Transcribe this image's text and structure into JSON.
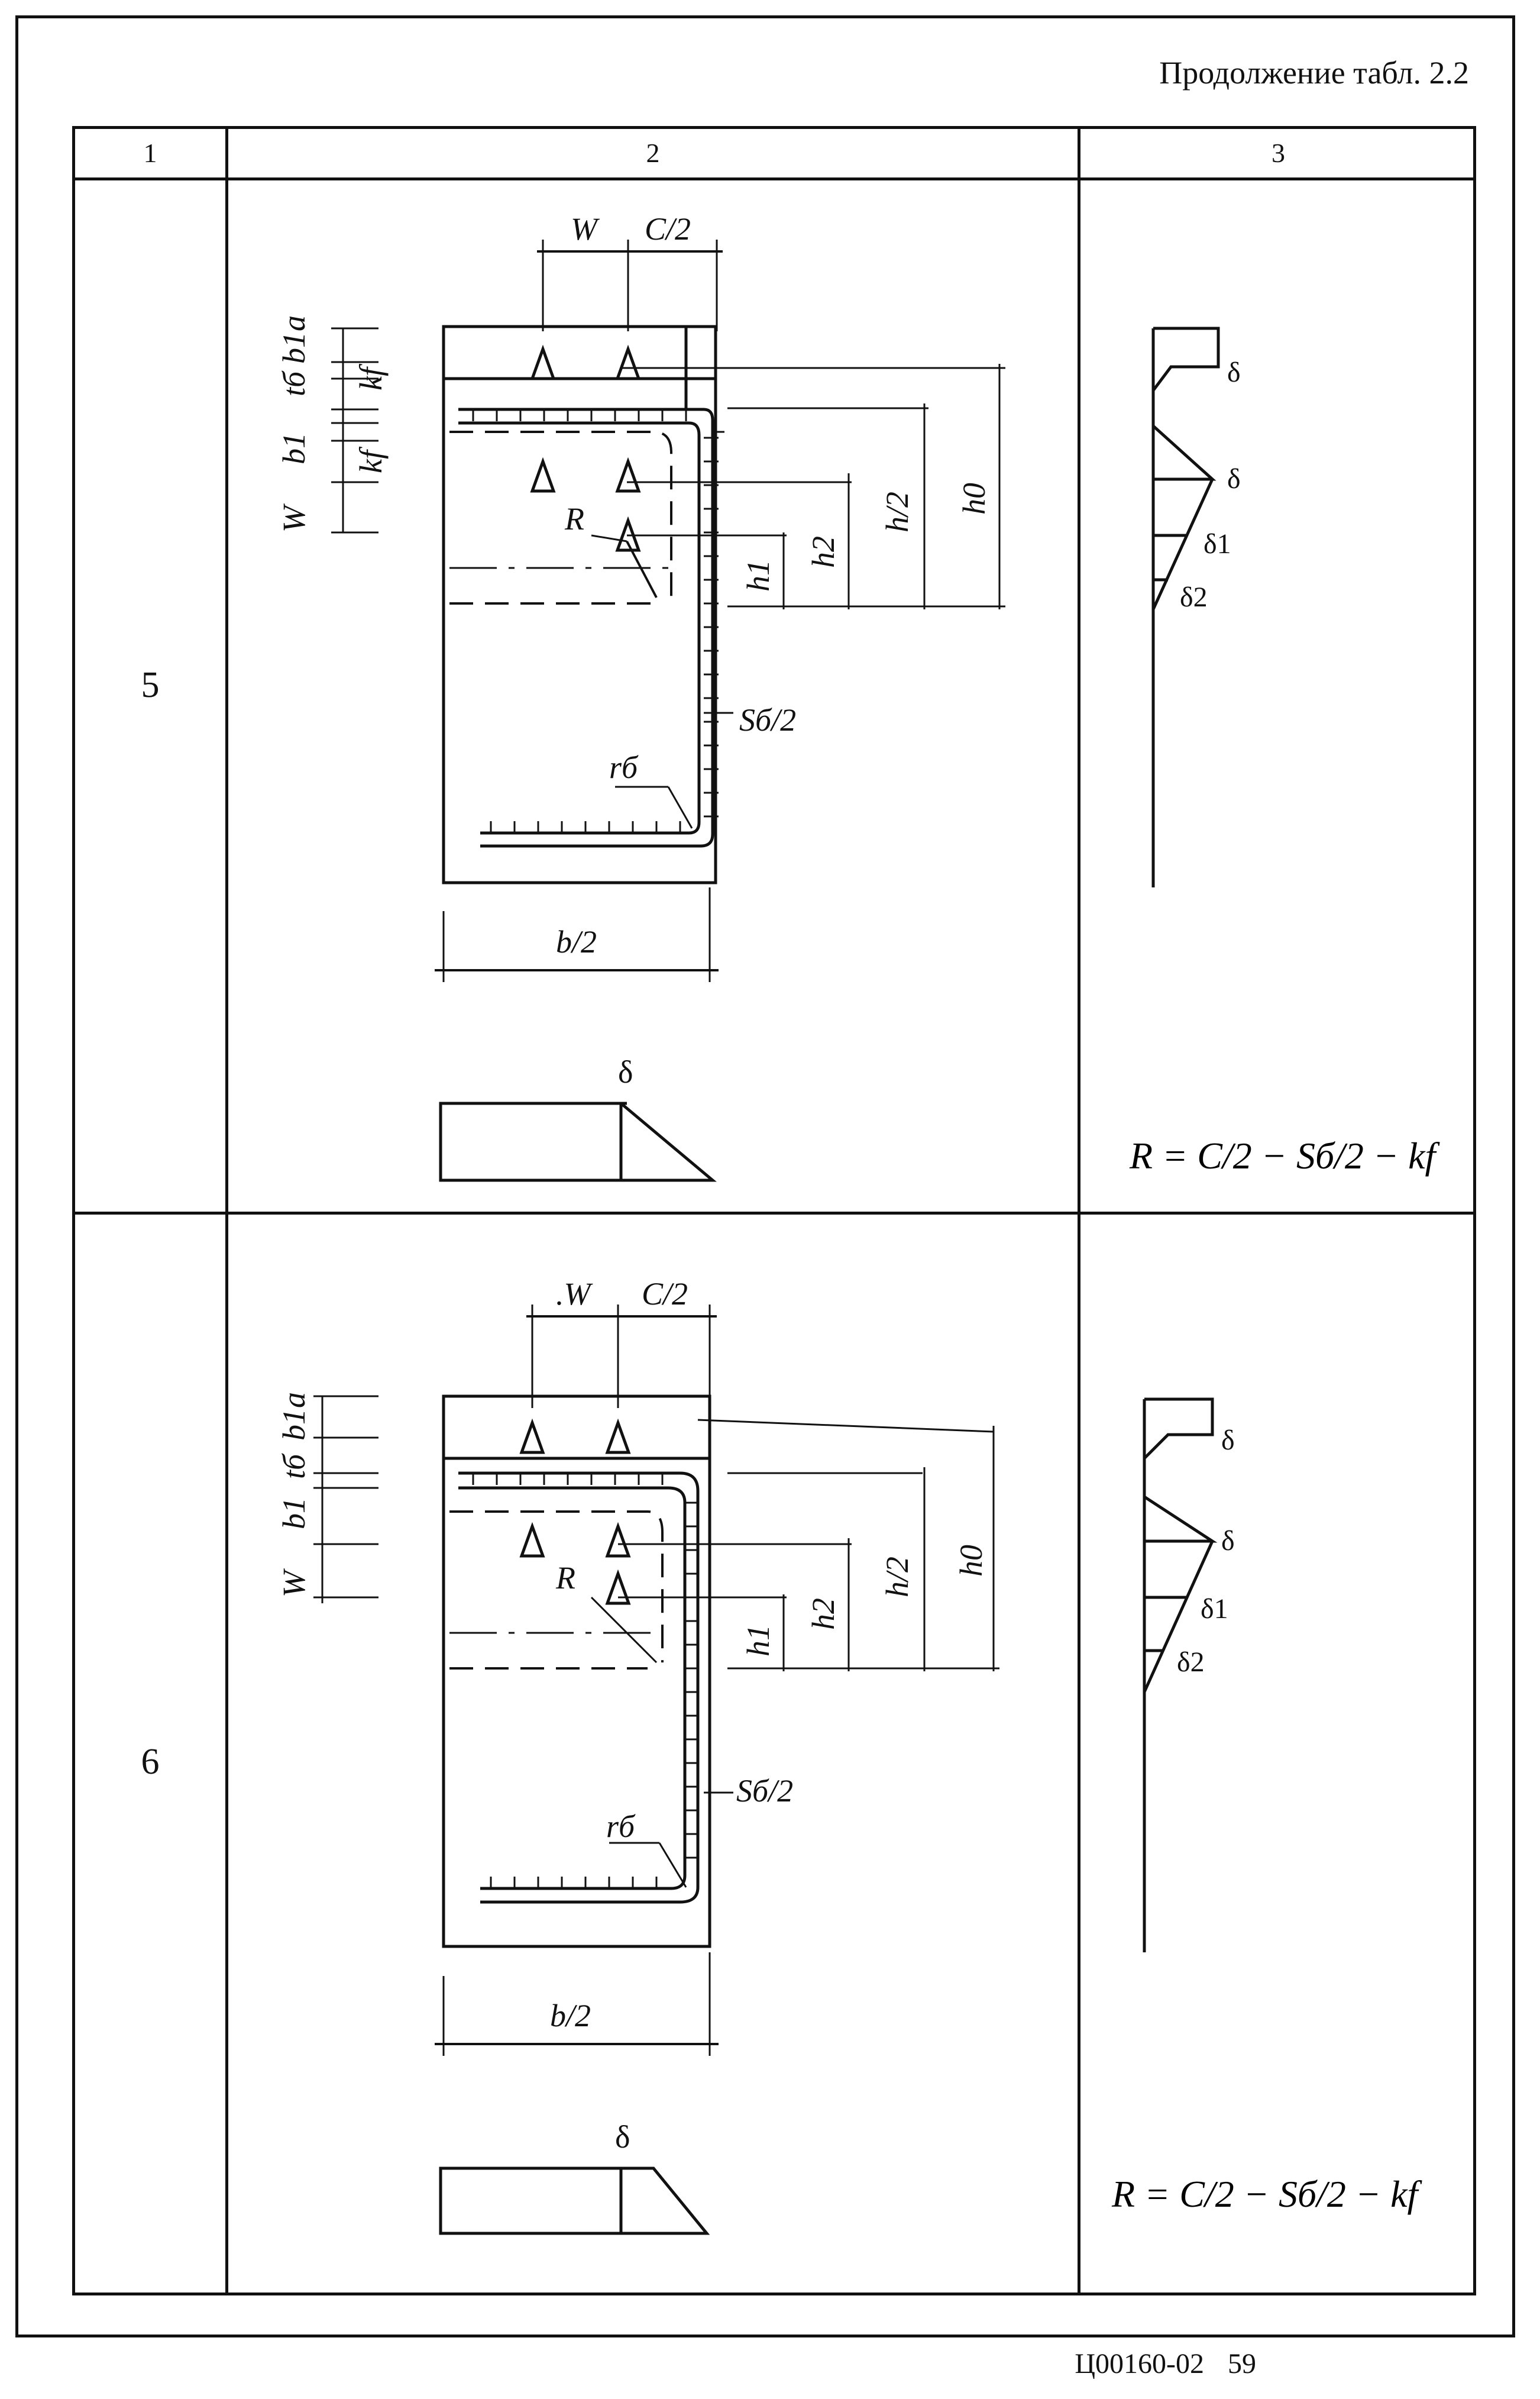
{
  "caption": "Продолжение табл. 2.2",
  "columns": [
    "1",
    "2",
    "3"
  ],
  "rows": [
    {
      "number": "5",
      "dims_top": [
        "W",
        "C/2"
      ],
      "dims_left": [
        "a",
        "b1",
        "kf",
        "tб",
        "kf",
        "b1",
        "W"
      ],
      "dims_right": [
        "h1",
        "h2",
        "h/2",
        "h0"
      ],
      "label_R": "R",
      "label_S": "Sб/2",
      "label_r": "rб",
      "label_b": "b/2",
      "label_delta": "δ",
      "epure_labels": [
        "δ",
        "δ",
        "δ1",
        "δ2"
      ],
      "formula": "R = C/2 − Sб/2 − kf"
    },
    {
      "number": "6",
      "dims_top": [
        ".W",
        "C/2"
      ],
      "dims_left": [
        "a",
        "b1",
        "tб",
        "b1",
        "W"
      ],
      "dims_right": [
        "h1",
        "h2",
        "h/2",
        "h0"
      ],
      "label_R": "R",
      "label_S": "Sб/2",
      "label_r": "rб",
      "label_b": "b/2",
      "label_delta": "δ",
      "epure_labels": [
        "δ",
        "δ",
        "δ1",
        "δ2"
      ],
      "formula": "R = C/2 − Sб/2 − kf"
    }
  ],
  "footer": {
    "code": "Ц00160-02",
    "page": "59"
  }
}
